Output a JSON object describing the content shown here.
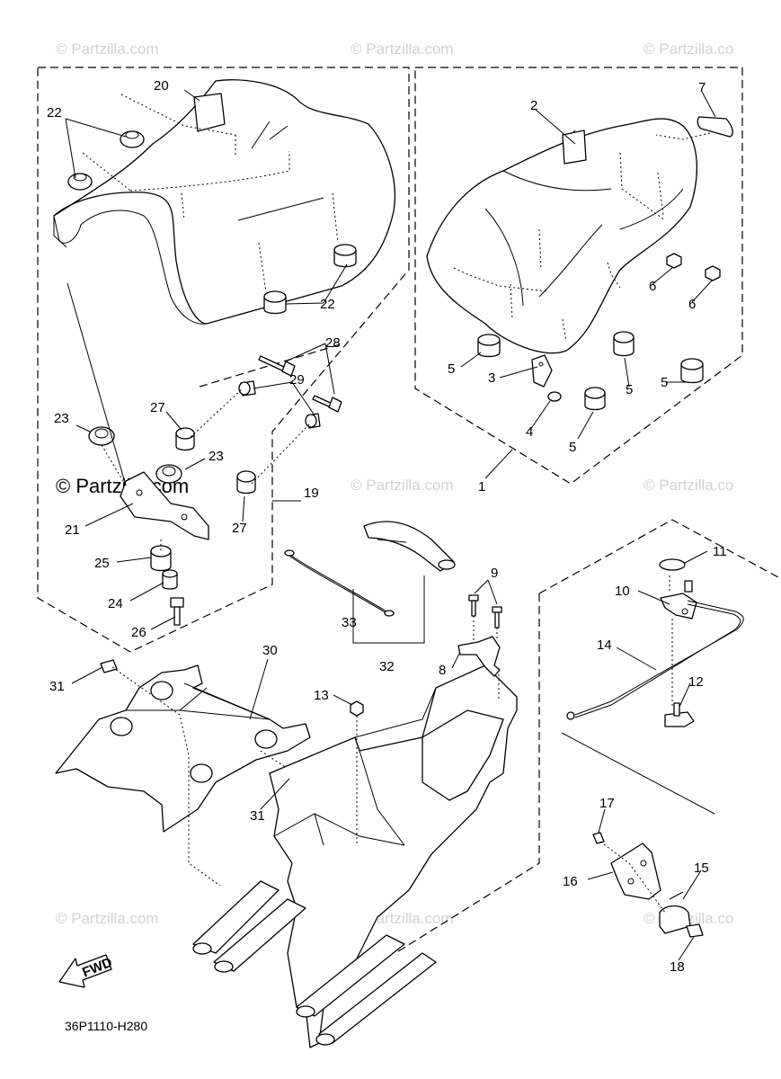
{
  "watermarks": [
    {
      "text": "© Partzilla.com"
    },
    {
      "text": "© Partzilla.com"
    },
    {
      "text": "© Partzilla.co"
    },
    {
      "text": "© Partzilla.com"
    },
    {
      "text": "© Partzilla.com"
    },
    {
      "text": "© Partzilla.co"
    },
    {
      "text": "© Partzilla.com"
    },
    {
      "text": "© Partzilla.com"
    },
    {
      "text": "© Partzilla.co"
    }
  ],
  "callouts": {
    "c1": "1",
    "c2": "2",
    "c3": "3",
    "c4": "4",
    "c5a": "5",
    "c5b": "5",
    "c5c": "5",
    "c5d": "5",
    "c6a": "6",
    "c6b": "6",
    "c7": "7",
    "c8": "8",
    "c9": "9",
    "c10": "10",
    "c11": "11",
    "c12": "12",
    "c13": "13",
    "c14": "14",
    "c15": "15",
    "c16": "16",
    "c17": "17",
    "c18": "18",
    "c19": "19",
    "c20": "20",
    "c21": "21",
    "c22a": "22",
    "c22b": "22",
    "c23a": "23",
    "c23b": "23",
    "c24": "24",
    "c25": "25",
    "c26": "26",
    "c27a": "27",
    "c27b": "27",
    "c28": "28",
    "c29": "29",
    "c30": "30",
    "c31a": "31",
    "c31b": "31",
    "c32": "32",
    "c33": "33"
  },
  "fwd_label": "FWD",
  "diagram_code": "36P1110-H280"
}
